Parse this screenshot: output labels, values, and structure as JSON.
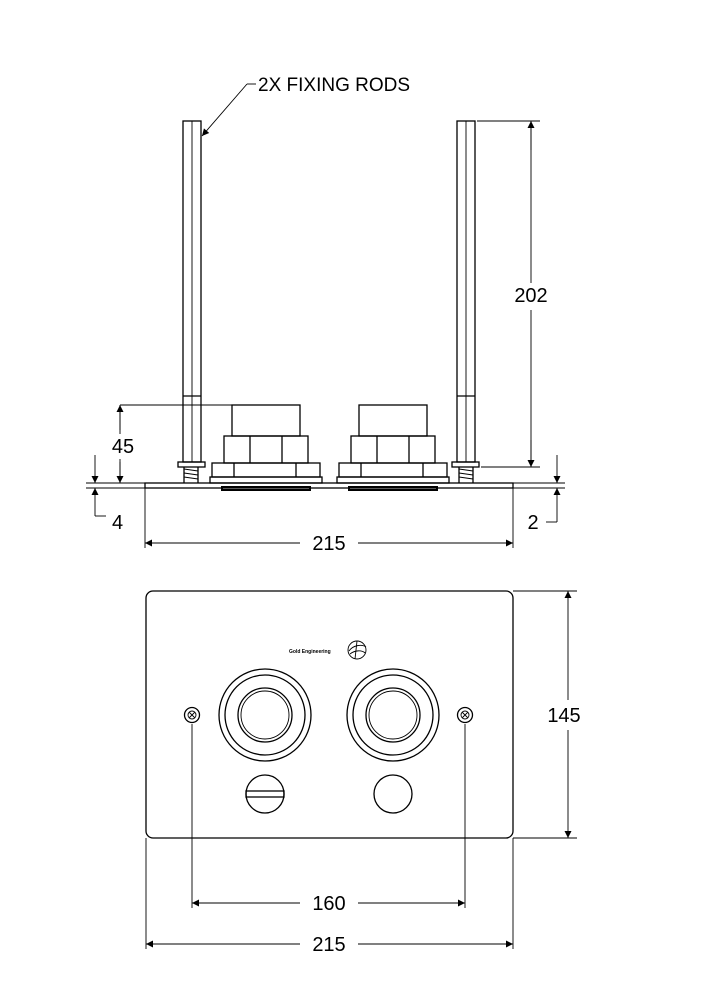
{
  "callout": {
    "fixing_rods": "2X FIXING RODS"
  },
  "side_view": {
    "rod_height": "202",
    "button_height": "45",
    "plate_thickness": "4",
    "plate_recess": "2",
    "plate_width": "215"
  },
  "front_view": {
    "brand_text": "Gold Engineering",
    "plate_height": "145",
    "fixing_centres": "160",
    "plate_width": "215"
  }
}
